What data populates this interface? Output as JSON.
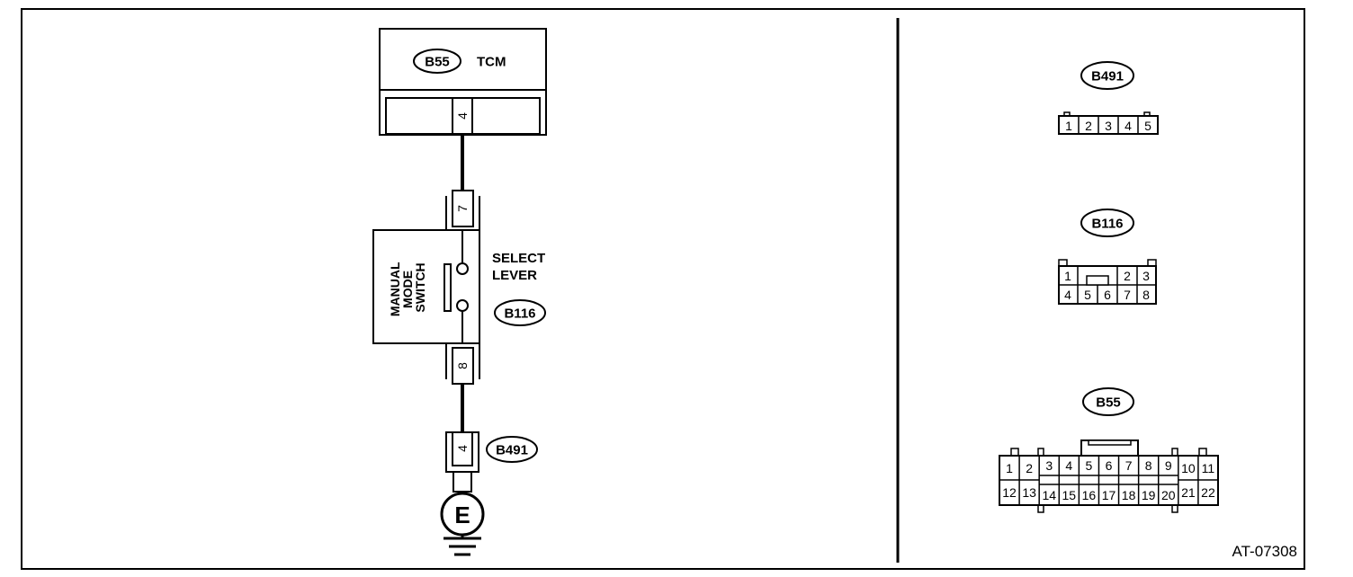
{
  "wiring": {
    "tcm": {
      "connector": "B55",
      "label": "TCM",
      "pin": "4"
    },
    "switch": {
      "connector": "B116",
      "title_lines": [
        "MANUAL",
        "MODE",
        "SWITCH"
      ],
      "side_label_lines": [
        "SELECT",
        "LEVER"
      ],
      "top_pin": "7",
      "bottom_pin": "8"
    },
    "ground": {
      "connector": "B491",
      "pin": "4",
      "symbol": "E"
    }
  },
  "connectors": {
    "b491": {
      "name": "B491",
      "pins": [
        "1",
        "2",
        "3",
        "4",
        "5"
      ]
    },
    "b116": {
      "name": "B116",
      "top_row": [
        "1",
        "2",
        "3"
      ],
      "bottom_row": [
        "4",
        "5",
        "6",
        "7",
        "8"
      ]
    },
    "b55": {
      "name": "B55",
      "top_row": [
        "1",
        "2",
        "3",
        "4",
        "5",
        "6",
        "7",
        "8",
        "9",
        "10",
        "11"
      ],
      "bottom_row": [
        "12",
        "13",
        "14",
        "15",
        "16",
        "17",
        "18",
        "19",
        "20",
        "21",
        "22"
      ]
    }
  },
  "figure_id": "AT-07308"
}
